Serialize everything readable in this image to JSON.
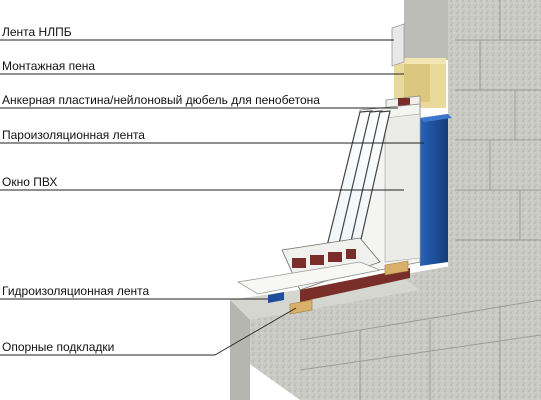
{
  "labels": [
    "Лента НЛПБ",
    "Монтажная пена",
    "Анкерная пластина/нейлоновый дюбель для пенобетона",
    "Пароизоляционная лента",
    "Окно ПВХ",
    "Гидроизоляционная лента",
    "Опорные подкладки"
  ],
  "colors": {
    "block": "#c9c9c4",
    "block_dark": "#b3b3ad",
    "foam": "#e9d99a",
    "tape_blue": "#1e4f9a",
    "pvc": "#f4f4f2",
    "sill_brown": "#7a2e2a",
    "wood": "#d8b06a"
  }
}
